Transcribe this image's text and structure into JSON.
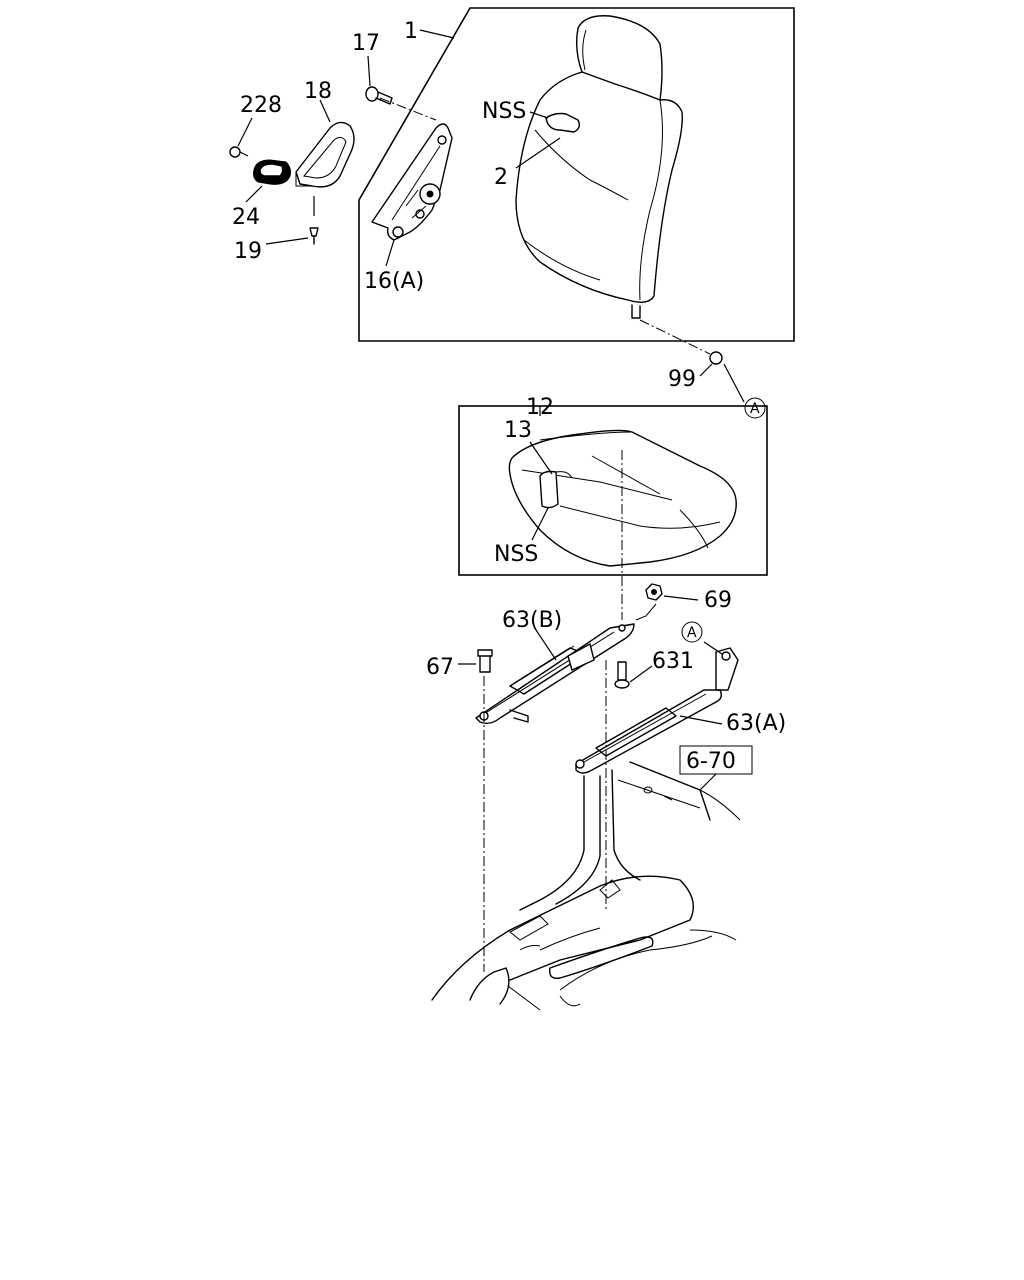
{
  "labels": {
    "p1": "1",
    "p17": "17",
    "p18": "18",
    "p228": "228",
    "p24": "24",
    "p19": "19",
    "p16a": "16(A)",
    "nss_back": "NSS",
    "p2": "2",
    "p99": "99",
    "ref_a_top": "A",
    "p12": "12",
    "p13": "13",
    "nss_cushion": "NSS",
    "p69": "69",
    "p63b": "63(B)",
    "ref_a_rail": "A",
    "p67": "67",
    "p631": "631",
    "p63a": "63(A)",
    "ref_page": "6-70"
  }
}
